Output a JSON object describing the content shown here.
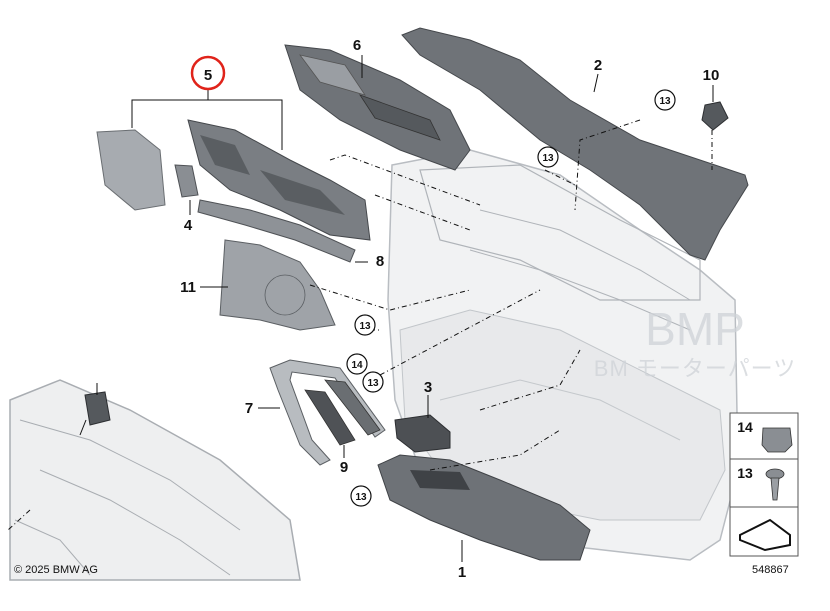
{
  "callouts": {
    "c1": "1",
    "c2": "2",
    "c3": "3",
    "c4": "4",
    "c5": "5",
    "c6": "6",
    "c7": "7",
    "c8": "8",
    "c9": "9",
    "c10": "10",
    "c11": "11"
  },
  "circled_callouts": {
    "a": "13",
    "b": "13",
    "c": "13",
    "d": "13",
    "e": "13",
    "f": "14"
  },
  "legend": {
    "item14": "14",
    "item13": "13"
  },
  "watermark": {
    "brand": "BMP",
    "subtitle": "BM モーターパーツ"
  },
  "copyright": "© 2025 BMW AG",
  "diagram_number": "548867",
  "colors": {
    "highlight_circle": "#e0231a",
    "part_dark": "#6f7378",
    "part_light": "#e6e8ea",
    "watermark": "#cfd3d8"
  }
}
